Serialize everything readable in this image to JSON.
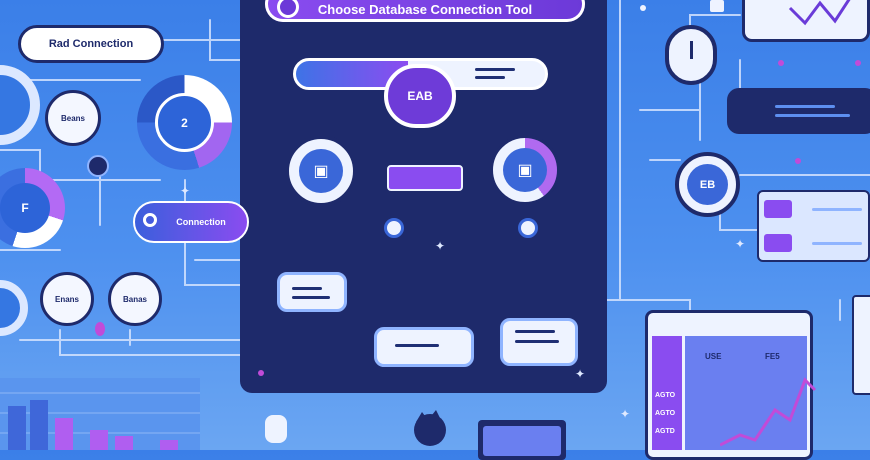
{
  "labels": {
    "top_banner": "Choose Database Connection Tool",
    "left_pill": "Rad Connection",
    "left_node": "Beans",
    "left_ring": "F",
    "left_small_1": "Enans",
    "left_small_2": "Banas",
    "center_ring": "2",
    "connection_pill": "Connection",
    "hub_node": "EAB",
    "right_node": "EB",
    "table_col_1": "USE",
    "table_col_2": "FE5",
    "table_row_1": "AGTO",
    "table_row_2": "AGTO",
    "table_row_3": "AGTD"
  },
  "colors": {
    "background": "#3b7fe8",
    "navy_panel": "#1e2a6b",
    "purple": "#7a3fe0",
    "light": "#eef3ff",
    "line": "#d8e6ff"
  },
  "icons": [
    "lock-icon",
    "lock-icon",
    "clock-icon",
    "bar-chart-icon",
    "line-chart-icon",
    "person-icon"
  ]
}
